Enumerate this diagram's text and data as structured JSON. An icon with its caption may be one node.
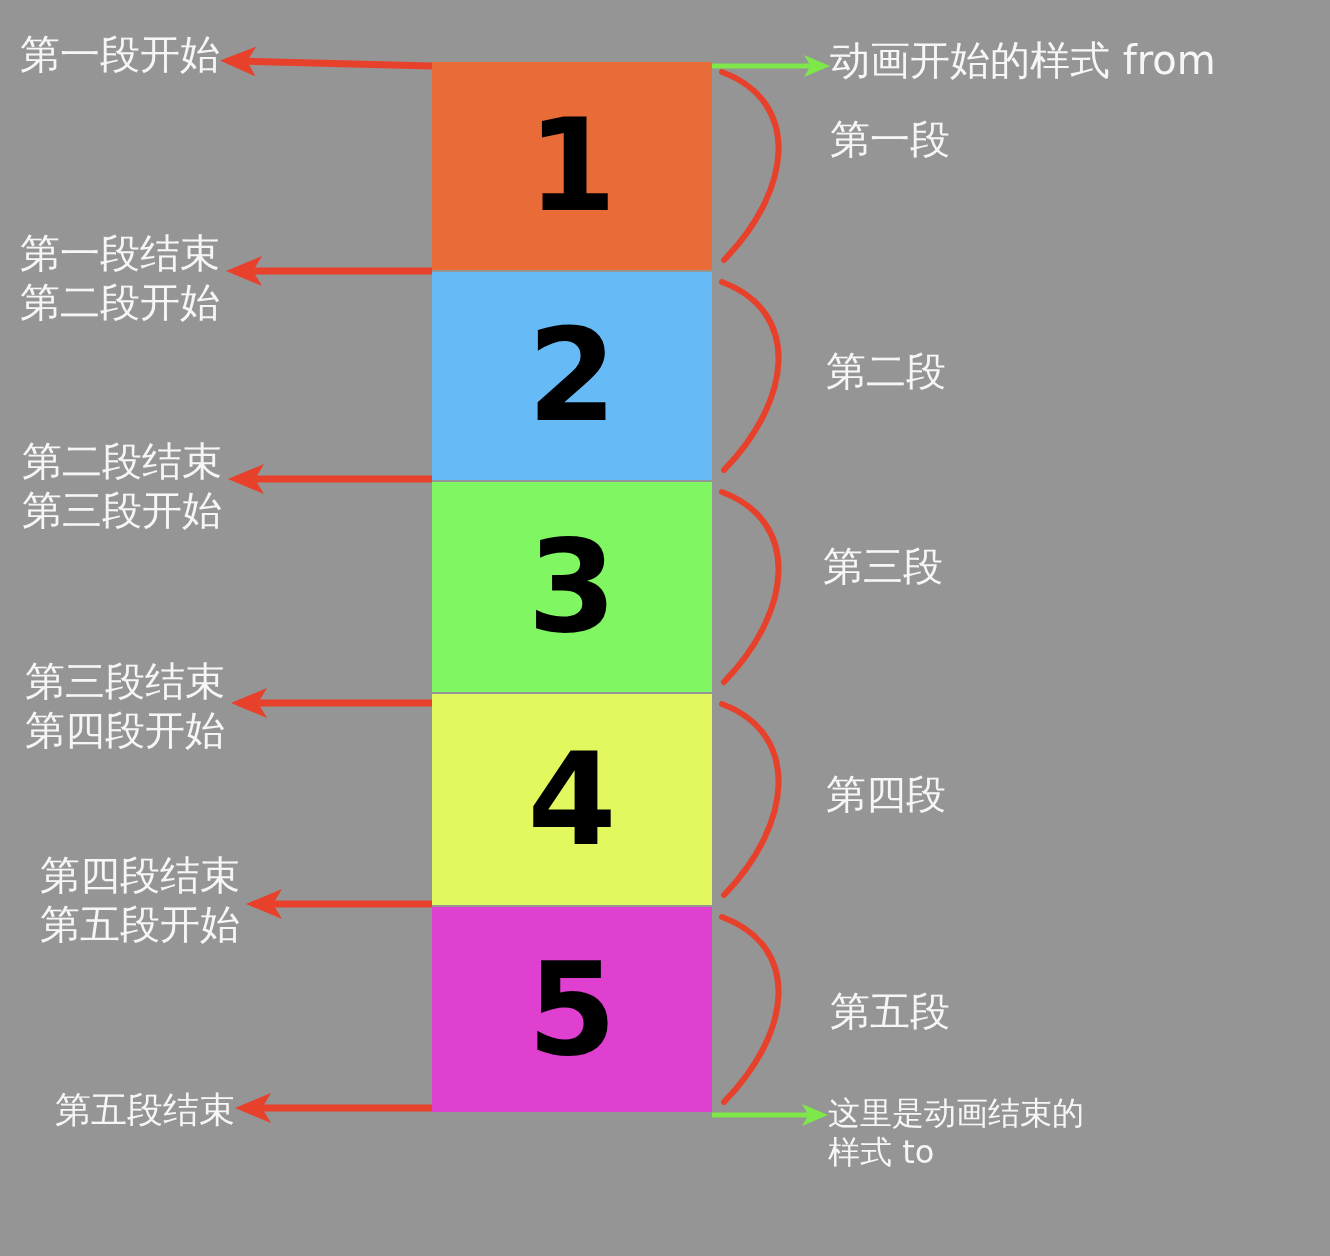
{
  "diagram": {
    "nodes": [
      {
        "text": [
          "1"
        ]
      },
      {
        "text": [
          "2"
        ]
      },
      {
        "text": [
          "3"
        ]
      },
      {
        "text": [
          "4"
        ]
      },
      {
        "text": [
          "5"
        ]
      },
      {
        "text": [
          "第一段开始"
        ]
      },
      {
        "text": [
          "第一段结束第二段开始"
        ]
      },
      {
        "text": [
          "第二段结束第三段开始"
        ]
      },
      {
        "text": [
          "第三段结束第四段开始"
        ]
      },
      {
        "text": [
          "第四段结束第五段开始"
        ]
      },
      {
        "text": [
          "第五段结束"
        ]
      },
      {
        "text": [
          "动画开始的样式 from"
        ]
      },
      {
        "text": [
          "这里是动画结束的样式 to"
        ]
      }
    ],
    "edges": [
      {
        "from": 0,
        "to": 5,
        "arrow": "to"
      },
      {
        "from": 1,
        "to": 6,
        "arrow": "to"
      },
      {
        "from": 2,
        "to": 7,
        "arrow": "to"
      },
      {
        "from": 3,
        "to": 8,
        "arrow": "to"
      },
      {
        "from": 4,
        "to": 9,
        "arrow": "to"
      },
      {
        "from": 4,
        "to": 10,
        "arrow": "to"
      },
      {
        "from": 0,
        "to": 11,
        "arrow": "to",
        "color": "#7ee84a"
      },
      {
        "from": 4,
        "to": 12,
        "arrow": "to",
        "color": "#7ee84a"
      }
    ],
    "labels": [
      "第一段",
      "第二段",
      "第三段",
      "第四段",
      "第五段"
    ]
  }
}
